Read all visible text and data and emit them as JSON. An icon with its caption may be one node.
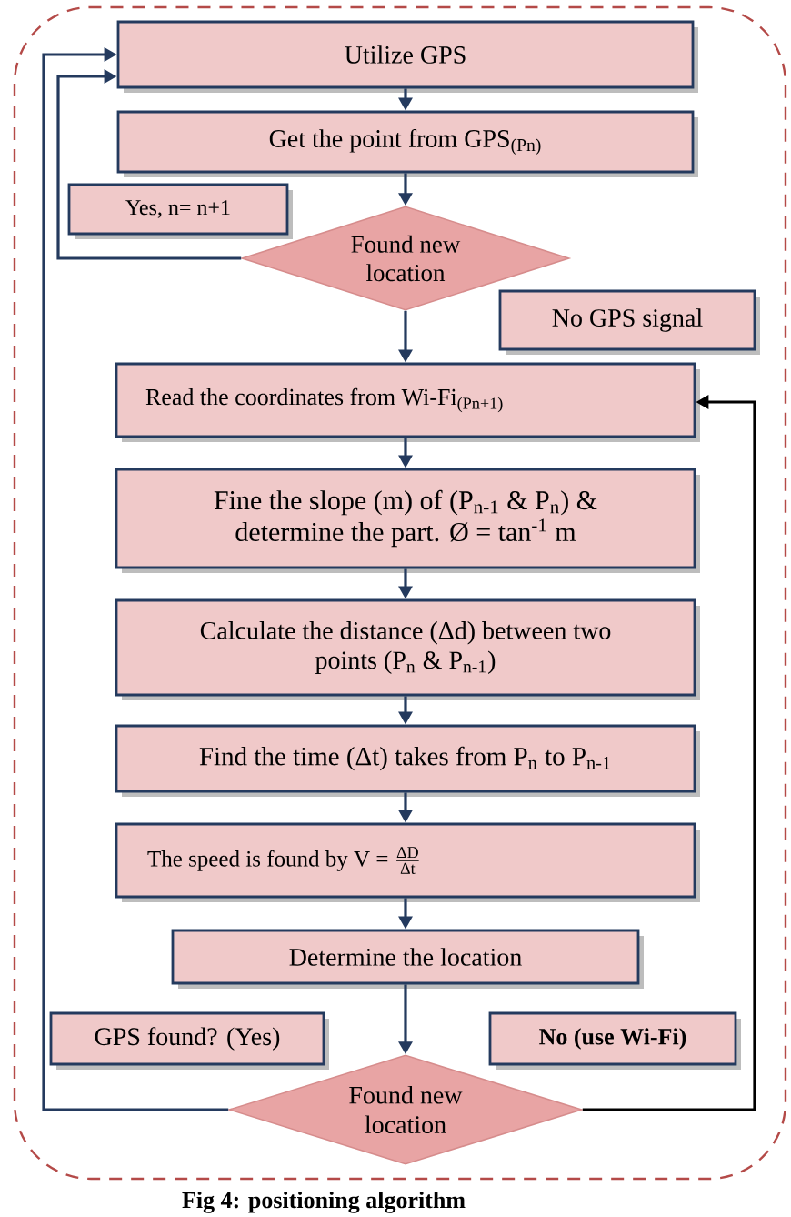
{
  "diagram": {
    "caption": "Fig 4: positioning algorithm",
    "nodes": [
      {
        "text": [
          "Utilize GPS"
        ]
      },
      {
        "text": [
          "Get the point from GPS$_{(Pn)}$"
        ]
      },
      {
        "text": [
          "Yes, n= n+1"
        ]
      },
      {
        "text": [
          "Found new location"
        ]
      },
      {
        "text": [
          "No GPS signal"
        ]
      },
      {
        "text": [
          "Read the coordinates from Wi-Fi$_{(Pn+1)}$"
        ]
      },
      {
        "text": [
          "Fine the slope (m) of (P$_{n-1}$ & P$_{n}$) & determine the part. Ø = tan$^{-1}$ m"
        ]
      },
      {
        "text": [
          "Calculate the distance (Δd) between two points (P$_{n}$ & P$_{n-1}$)"
        ]
      },
      {
        "text": [
          "Find the time (Δt) takes from P$_{n}$ to P$_{n-1}$"
        ]
      },
      {
        "text": [
          "The speed is found by V =",
          "ΔD",
          "Δt"
        ]
      },
      {
        "text": [
          "Determine the location"
        ]
      },
      {
        "text": [
          "GPS found? (Yes)"
        ]
      },
      {
        "text": [
          "No (use Wi-Fi)"
        ]
      },
      {
        "text": [
          "Found new location"
        ]
      }
    ],
    "edges": [
      {
        "from": 0,
        "to": 1,
        "arrow": "to"
      },
      {
        "from": 1,
        "to": 3,
        "arrow": "to"
      },
      {
        "from": 3,
        "to": 0,
        "arrow": "to"
      },
      {
        "from": 3,
        "to": 5,
        "arrow": "to"
      },
      {
        "from": 5,
        "to": 6,
        "arrow": "to"
      },
      {
        "from": 6,
        "to": 7,
        "arrow": "to"
      },
      {
        "from": 7,
        "to": 8,
        "arrow": "to"
      },
      {
        "from": 8,
        "to": 9,
        "arrow": "to"
      },
      {
        "from": 9,
        "to": 10,
        "arrow": "to"
      },
      {
        "from": 10,
        "to": 13,
        "arrow": "to"
      },
      {
        "from": 13,
        "to": 0,
        "arrow": "to"
      },
      {
        "from": 13,
        "to": 5,
        "arrow": "to",
        "color": "#000000"
      }
    ]
  }
}
